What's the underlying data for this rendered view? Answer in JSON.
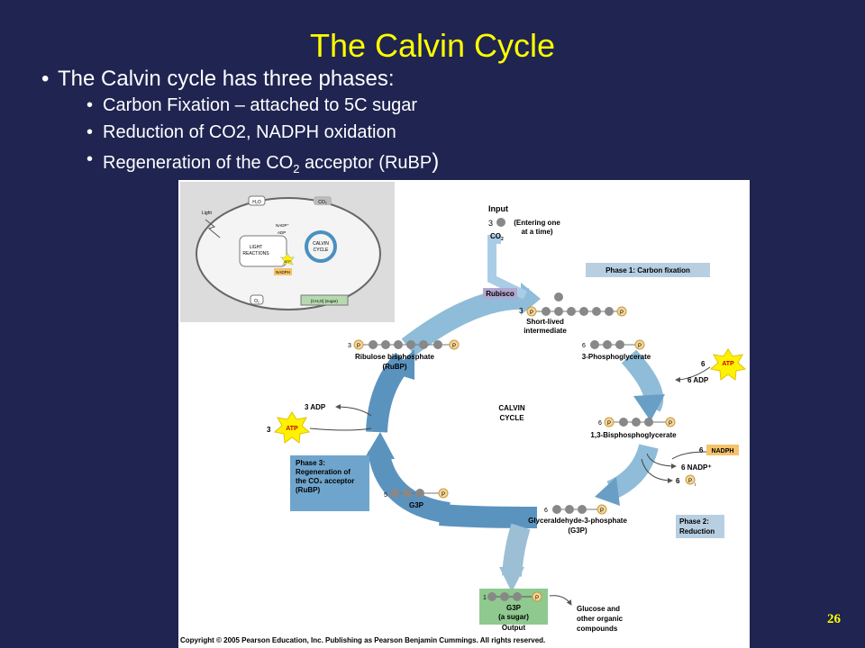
{
  "slide": {
    "title": "The Calvin Cycle",
    "main_bullet": "The Calvin cycle has three phases:",
    "sub_bullets": {
      "b1": "Carbon Fixation – attached to 5C sugar",
      "b2": "Reduction of CO2, NADPH oxidation",
      "b3_prefix": "Regeneration of the CO",
      "b3_sub": "2",
      "b3_suffix": " acceptor (RuBP",
      "b3_close": ")"
    },
    "page_number": "26"
  },
  "inset": {
    "h2o": "H₂O",
    "co2": "CO₂",
    "light": "Light",
    "nadp": "NADP⁺",
    "adp": "ADP",
    "light_reactions_1": "LIGHT",
    "light_reactions_2": "REACTIONS",
    "atp": "ATP",
    "nadph": "NADPH",
    "calvin_1": "CALVIN",
    "calvin_2": "CYCLE",
    "o2": "O₂",
    "sugar": "[CH₂O] (sugar)"
  },
  "diagram": {
    "input": "Input",
    "input_count": "3",
    "co2": "CO",
    "co2_sub": "2",
    "entering_1": "(Entering one",
    "entering_2": "at a time)",
    "phase1": "Phase 1: Carbon fixation",
    "rubisco": "Rubisco",
    "short_lived_count": "3",
    "short_lived_1": "Short-lived",
    "short_lived_2": "intermediate",
    "pga_count": "6",
    "pga": "3-Phosphoglycerate",
    "rubp_count": "3",
    "rubp_1": "Ribulose bisphosphate",
    "rubp_2": "(RuBP)",
    "atp_in_count_right": "6",
    "atp": "ATP",
    "adp_right": "6 ADP",
    "calvin_1": "CALVIN",
    "calvin_2": "CYCLE",
    "adp_left": "3 ADP",
    "atp_in_count_left": "3",
    "bpg_count": "6",
    "bpg": "1,3-Bisphosphoglycerate",
    "nadph_count": "6",
    "nadph": "NADPH",
    "nadp_out": "6 NADP⁺",
    "pi_count": "6",
    "pi": "P",
    "pi_sub": "i",
    "phase3_1": "Phase 3:",
    "phase3_2": "Regeneration of",
    "phase3_3": "the CO₂ acceptor",
    "phase3_4": "(RuBP)",
    "g3p_left_count": "5",
    "g3p_left": "G3P",
    "g3p_mid_count": "6",
    "g3p_mid_1": "Glyceraldehyde-3-phosphate",
    "g3p_mid_2": "(G3P)",
    "phase2_1": "Phase 2:",
    "phase2_2": "Reduction",
    "out_count": "1",
    "out_g3p": "G3P",
    "out_sugar": "(a sugar)",
    "output": "Output",
    "glucose_1": "Glucose and",
    "glucose_2": "other organic",
    "glucose_3": "compounds",
    "phosphate": "P",
    "copyright": "Copyright © 2005 Pearson Education, Inc. Publishing as Pearson Benjamin Cummings. All rights reserved."
  },
  "colors": {
    "background": "#1f2451",
    "title": "#ffff00",
    "arrow_blue": "#8fbcd8",
    "phase_box": "#b8cfe2",
    "atp_star": "#fff200",
    "output_box": "#8fc98f"
  }
}
